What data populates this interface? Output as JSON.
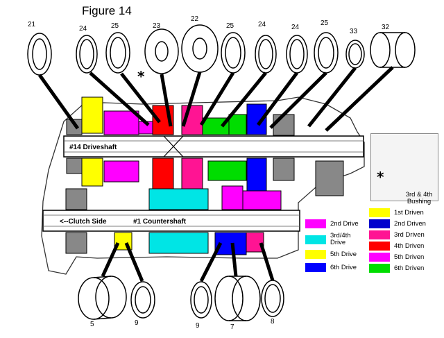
{
  "figure": {
    "title": "Figure 14"
  },
  "part_numbers_top": [
    "21",
    "24",
    "25",
    "23",
    "22",
    "25",
    "24",
    "24",
    "25",
    "33",
    "32"
  ],
  "part_numbers_bottom": [
    "5",
    "9",
    "9",
    "7",
    "8"
  ],
  "shafts": {
    "driveshaft": "#14 Driveshaft",
    "clutch_side": "<--Clutch Side",
    "countershaft": "#1 Countershaft"
  },
  "inset": {
    "star": "*",
    "bushing_label": "3rd & 4th Bushing"
  },
  "marker_star": "*",
  "legend": [
    {
      "label": "2nd Drive",
      "color": "#ff00ff"
    },
    {
      "label": "3rd/4th Drive",
      "color": "#00e5e5"
    },
    {
      "label": "5th Drive",
      "color": "#ffff00"
    },
    {
      "label": "6th Drive",
      "color": "#0000ff"
    },
    {
      "label": "1st Driven",
      "color": "#ffff00"
    },
    {
      "label": "2nd Driven",
      "color": "#0000cc"
    },
    {
      "label": "3rd Driven",
      "color": "#ff1493"
    },
    {
      "label": "4th Driven",
      "color": "#ff0000"
    },
    {
      "label": "5th Driven",
      "color": "#ff00ff"
    },
    {
      "label": "6th Driven",
      "color": "#00dd00"
    }
  ]
}
